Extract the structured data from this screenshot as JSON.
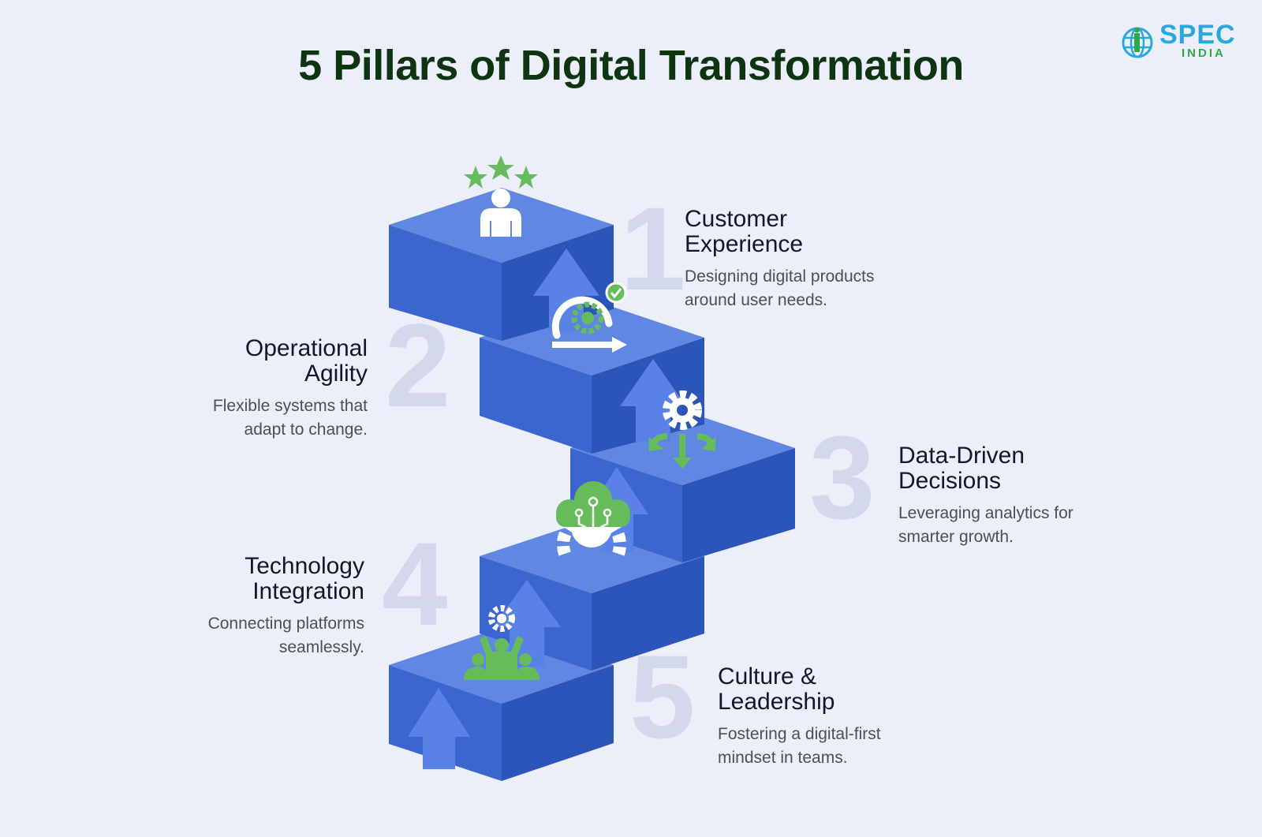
{
  "title": "5 Pillars of Digital Transformation",
  "logo": {
    "top_text": "SPEC",
    "bottom_text": "INDIA"
  },
  "colors": {
    "background": "#eceef9",
    "title": "#0f3412",
    "block_top": "#6087e2",
    "block_front": "#3b66d0",
    "block_side": "#2b55b8",
    "arrow": "#5a82e6",
    "icon_green": "#66bb5a",
    "number": "#d3d8ec"
  },
  "pillars": [
    {
      "number": "1",
      "title_line1": "Customer",
      "title_line2": "Experience",
      "desc_line1": "Designing digital products",
      "desc_line2": "around user needs.",
      "icon": "customer-rating-icon"
    },
    {
      "number": "2",
      "title_line1": "Operational",
      "title_line2": "Agility",
      "desc_line1": "Flexible systems that",
      "desc_line2": "adapt to change.",
      "icon": "agile-cycle-icon"
    },
    {
      "number": "3",
      "title_line1": "Data-Driven",
      "title_line2": "Decisions",
      "desc_line1": "Leveraging analytics for",
      "desc_line2": "smarter growth.",
      "icon": "gear-decision-icon"
    },
    {
      "number": "4",
      "title_line1": "Technology",
      "title_line2": "Integration",
      "desc_line1": "Connecting platforms",
      "desc_line2": "seamlessly.",
      "icon": "cloud-gear-icon"
    },
    {
      "number": "5",
      "title_line1": "Culture &",
      "title_line2": "Leadership",
      "desc_line1": "Fostering a digital-first",
      "desc_line2": "mindset in teams.",
      "icon": "team-leader-icon"
    }
  ]
}
